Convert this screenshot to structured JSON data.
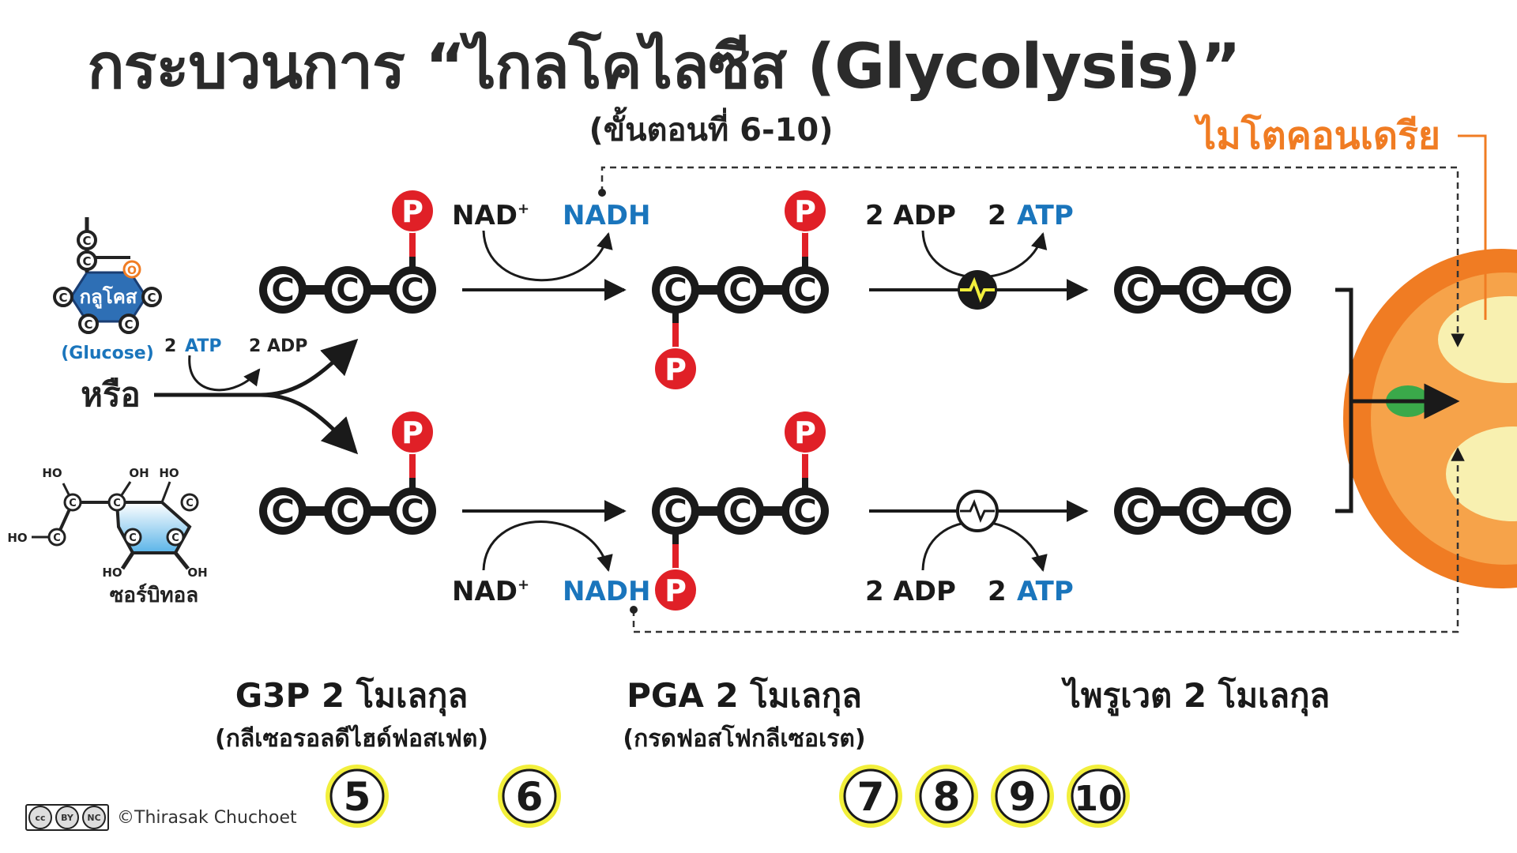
{
  "title": "กระบวนการ “ไกลโคไลซีส (Glycolysis)”",
  "subtitle": "(ขั้นตอนที่ 6-10)",
  "mitochondria_label": "ไมโตคอนเดรีย",
  "colors": {
    "phosphate": "#e02027",
    "carbon": "#1a1a1a",
    "blue_text": "#1a75bc",
    "orange": "#f07c23",
    "membrane_green": "#3aa94a",
    "marker_yellow": "#f2ef3c"
  },
  "glucose": {
    "name": "กลูโคส",
    "english": "(Glucose)"
  },
  "or_label": "หรือ",
  "sorbitol": {
    "name": "ซอร์บิทอล"
  },
  "atom": {
    "carbon": "C",
    "oxygen": "O",
    "phosphate": "P",
    "hydroxyl": "OH",
    "ho": "HO"
  },
  "split_step": {
    "atp_count": "2",
    "atp": "ATP",
    "adp": "2 ADP"
  },
  "redox_top": {
    "nad": "NAD",
    "nad_sup": "+",
    "nadh": "NADH"
  },
  "redox_bottom": {
    "nad": "NAD",
    "nad_sup": "+",
    "nadh": "NADH"
  },
  "phosphorylation_top": {
    "adp": "2 ADP",
    "atp_count": "2",
    "atp": "ATP"
  },
  "phosphorylation_bottom": {
    "adp": "2 ADP",
    "atp_count": "2",
    "atp": "ATP"
  },
  "stages": [
    {
      "name": "G3P 2 โมเลกุล",
      "detail": "(กลีเซอรอลดีไฮด์ฟอสเฟต)"
    },
    {
      "name": "PGA 2 โมเลกุล",
      "detail": "(กรดฟอสโฟกลีเซอเรต)"
    },
    {
      "name": "ไพรูเวต 2 โมเลกุล",
      "detail": ""
    }
  ],
  "step_numbers": [
    "5",
    "6",
    "7",
    "8",
    "9",
    "10"
  ],
  "credit": "©Thirasak Chuchoet",
  "license": {
    "cc": "cc",
    "by": "BY",
    "nc": "NC"
  }
}
